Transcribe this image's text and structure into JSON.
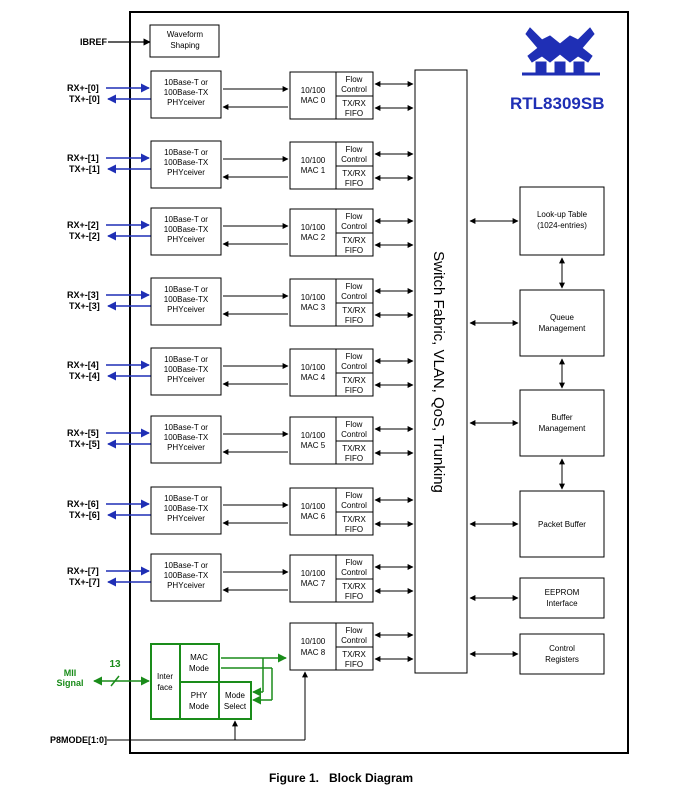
{
  "colors": {
    "blue": "#1f2fb5",
    "green": "#1a8c1a",
    "black": "#000000"
  },
  "ibref": "IBREF",
  "waveform": [
    "Waveform",
    "Shaping"
  ],
  "ports": [
    {
      "rx": "RX+-[0]",
      "tx": "TX+-[0]",
      "phy": [
        "10Base-T or",
        "100Base-TX",
        "PHYceiver"
      ],
      "mac": [
        "10/100",
        "MAC 0"
      ]
    },
    {
      "rx": "RX+-[1]",
      "tx": "TX+-[1]",
      "phy": [
        "10Base-T or",
        "100Base-TX",
        "PHYceiver"
      ],
      "mac": [
        "10/100",
        "MAC 1"
      ]
    },
    {
      "rx": "RX+-[2]",
      "tx": "TX+-[2]",
      "phy": [
        "10Base-T or",
        "100Base-TX",
        "PHYceiver"
      ],
      "mac": [
        "10/100",
        "MAC 2"
      ]
    },
    {
      "rx": "RX+-[3]",
      "tx": "TX+-[3]",
      "phy": [
        "10Base-T or",
        "100Base-TX",
        "PHYceiver"
      ],
      "mac": [
        "10/100",
        "MAC 3"
      ]
    },
    {
      "rx": "RX+-[4]",
      "tx": "TX+-[4]",
      "phy": [
        "10Base-T or",
        "100Base-TX",
        "PHYceiver"
      ],
      "mac": [
        "10/100",
        "MAC 4"
      ]
    },
    {
      "rx": "RX+-[5]",
      "tx": "TX+-[5]",
      "phy": [
        "10Base-T or",
        "100Base-TX",
        "PHYceiver"
      ],
      "mac": [
        "10/100",
        "MAC 5"
      ]
    },
    {
      "rx": "RX+-[6]",
      "tx": "TX+-[6]",
      "phy": [
        "10Base-T or",
        "100Base-TX",
        "PHYceiver"
      ],
      "mac": [
        "10/100",
        "MAC 6"
      ]
    },
    {
      "rx": "RX+-[7]",
      "tx": "TX+-[7]",
      "phy": [
        "10Base-T or",
        "100Base-TX",
        "PHYceiver"
      ],
      "mac": [
        "10/100",
        "MAC 7"
      ]
    }
  ],
  "flow_control": [
    "Flow",
    "Control"
  ],
  "fifo": [
    "TX/RX",
    "FIFO"
  ],
  "mac8": [
    "10/100",
    "MAC 8"
  ],
  "switch_fabric": "Switch Fabric, VLAN, QoS, Trunking",
  "logo_text": "RTL8309SB",
  "right_blocks": {
    "lookup": [
      "Look-up Table",
      "(1024-entries)"
    ],
    "queue": [
      "Queue",
      "Management"
    ],
    "buffer": [
      "Buffer",
      "Management"
    ],
    "packet": [
      "Packet Buffer"
    ],
    "eeprom": [
      "EEPROM",
      "Interface"
    ],
    "control": [
      "Control",
      "Registers"
    ]
  },
  "mii": {
    "signal": [
      "MII",
      "Signal"
    ],
    "count": "13",
    "interface": [
      "Inter",
      "face"
    ],
    "mac_mode": [
      "MAC",
      "Mode"
    ],
    "phy_mode": [
      "PHY",
      "Mode"
    ],
    "mode_select": [
      "Mode",
      "Select"
    ]
  },
  "p8mode": "P8MODE[1:0]",
  "caption": "Figure 1.   Block Diagram"
}
